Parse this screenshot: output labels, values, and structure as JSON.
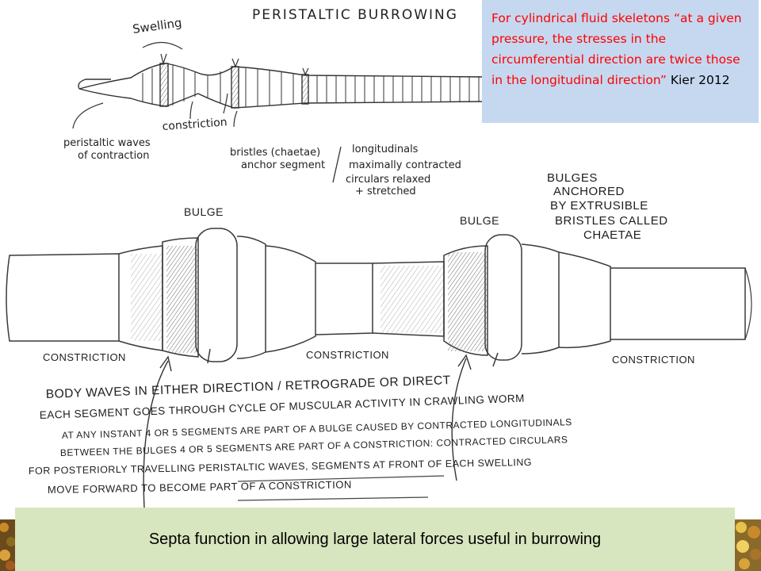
{
  "sketch": {
    "title": "PERISTALTIC BURROWING",
    "label_swelling": "Swelling",
    "label_constriction": "constriction",
    "label_waves_1": "peristaltic waves",
    "label_waves_2": "of contraction",
    "label_bristles_1": "bristles (chaetae)",
    "label_bristles_2": "anchor segment",
    "label_longitudinal_1": "longitudinals",
    "label_longitudinal_2": "maximally contracted",
    "label_longitudinal_3": "circulars relaxed",
    "label_longitudinal_4": "+ stretched"
  },
  "worm": {
    "bulge_1": "BULGE",
    "bulge_2": "BULGE",
    "anchored_1": "BULGES",
    "anchored_2": "ANCHORED",
    "anchored_3": "BY EXTRUSIBLE",
    "anchored_4": "BRISTLES CALLED",
    "anchored_5": "CHAETAE",
    "constriction_1": "CONSTRICTION",
    "constriction_2": "CONSTRICTION",
    "constriction_3": "CONSTRICTION"
  },
  "notes": {
    "line_1": "BODY WAVES IN EITHER DIRECTION / RETROGRADE OR DIRECT",
    "line_2": "EACH SEGMENT GOES THROUGH CYCLE OF MUSCULAR ACTIVITY IN CRAWLING WORM",
    "line_3": "AT ANY INSTANT 4 OR 5 SEGMENTS ARE PART OF A BULGE CAUSED BY CONTRACTED LONGITUDINALS",
    "line_4": "BETWEEN THE BULGES 4 OR 5 SEGMENTS ARE PART OF A CONSTRICTION: CONTRACTED CIRCULARS",
    "line_5": "FOR POSTERIORLY TRAVELLING PERISTALTIC WAVES, SEGMENTS AT FRONT OF EACH SWELLING",
    "line_6": "MOVE FORWARD TO BECOME PART OF A CONSTRICTION"
  },
  "quote": {
    "text": "For cylindrical fluid skeletons “at a given pressure, the stresses in the circumferential direction are twice those in the longitudinal direction”",
    "citation": "Kier 2012"
  },
  "caption": {
    "text": "Septa function in allowing large lateral forces useful in burrowing"
  },
  "colors": {
    "quote_box_bg": "#c5d8f0",
    "quote_text": "#ff0000",
    "caption_bg": "#d8e6bf"
  }
}
